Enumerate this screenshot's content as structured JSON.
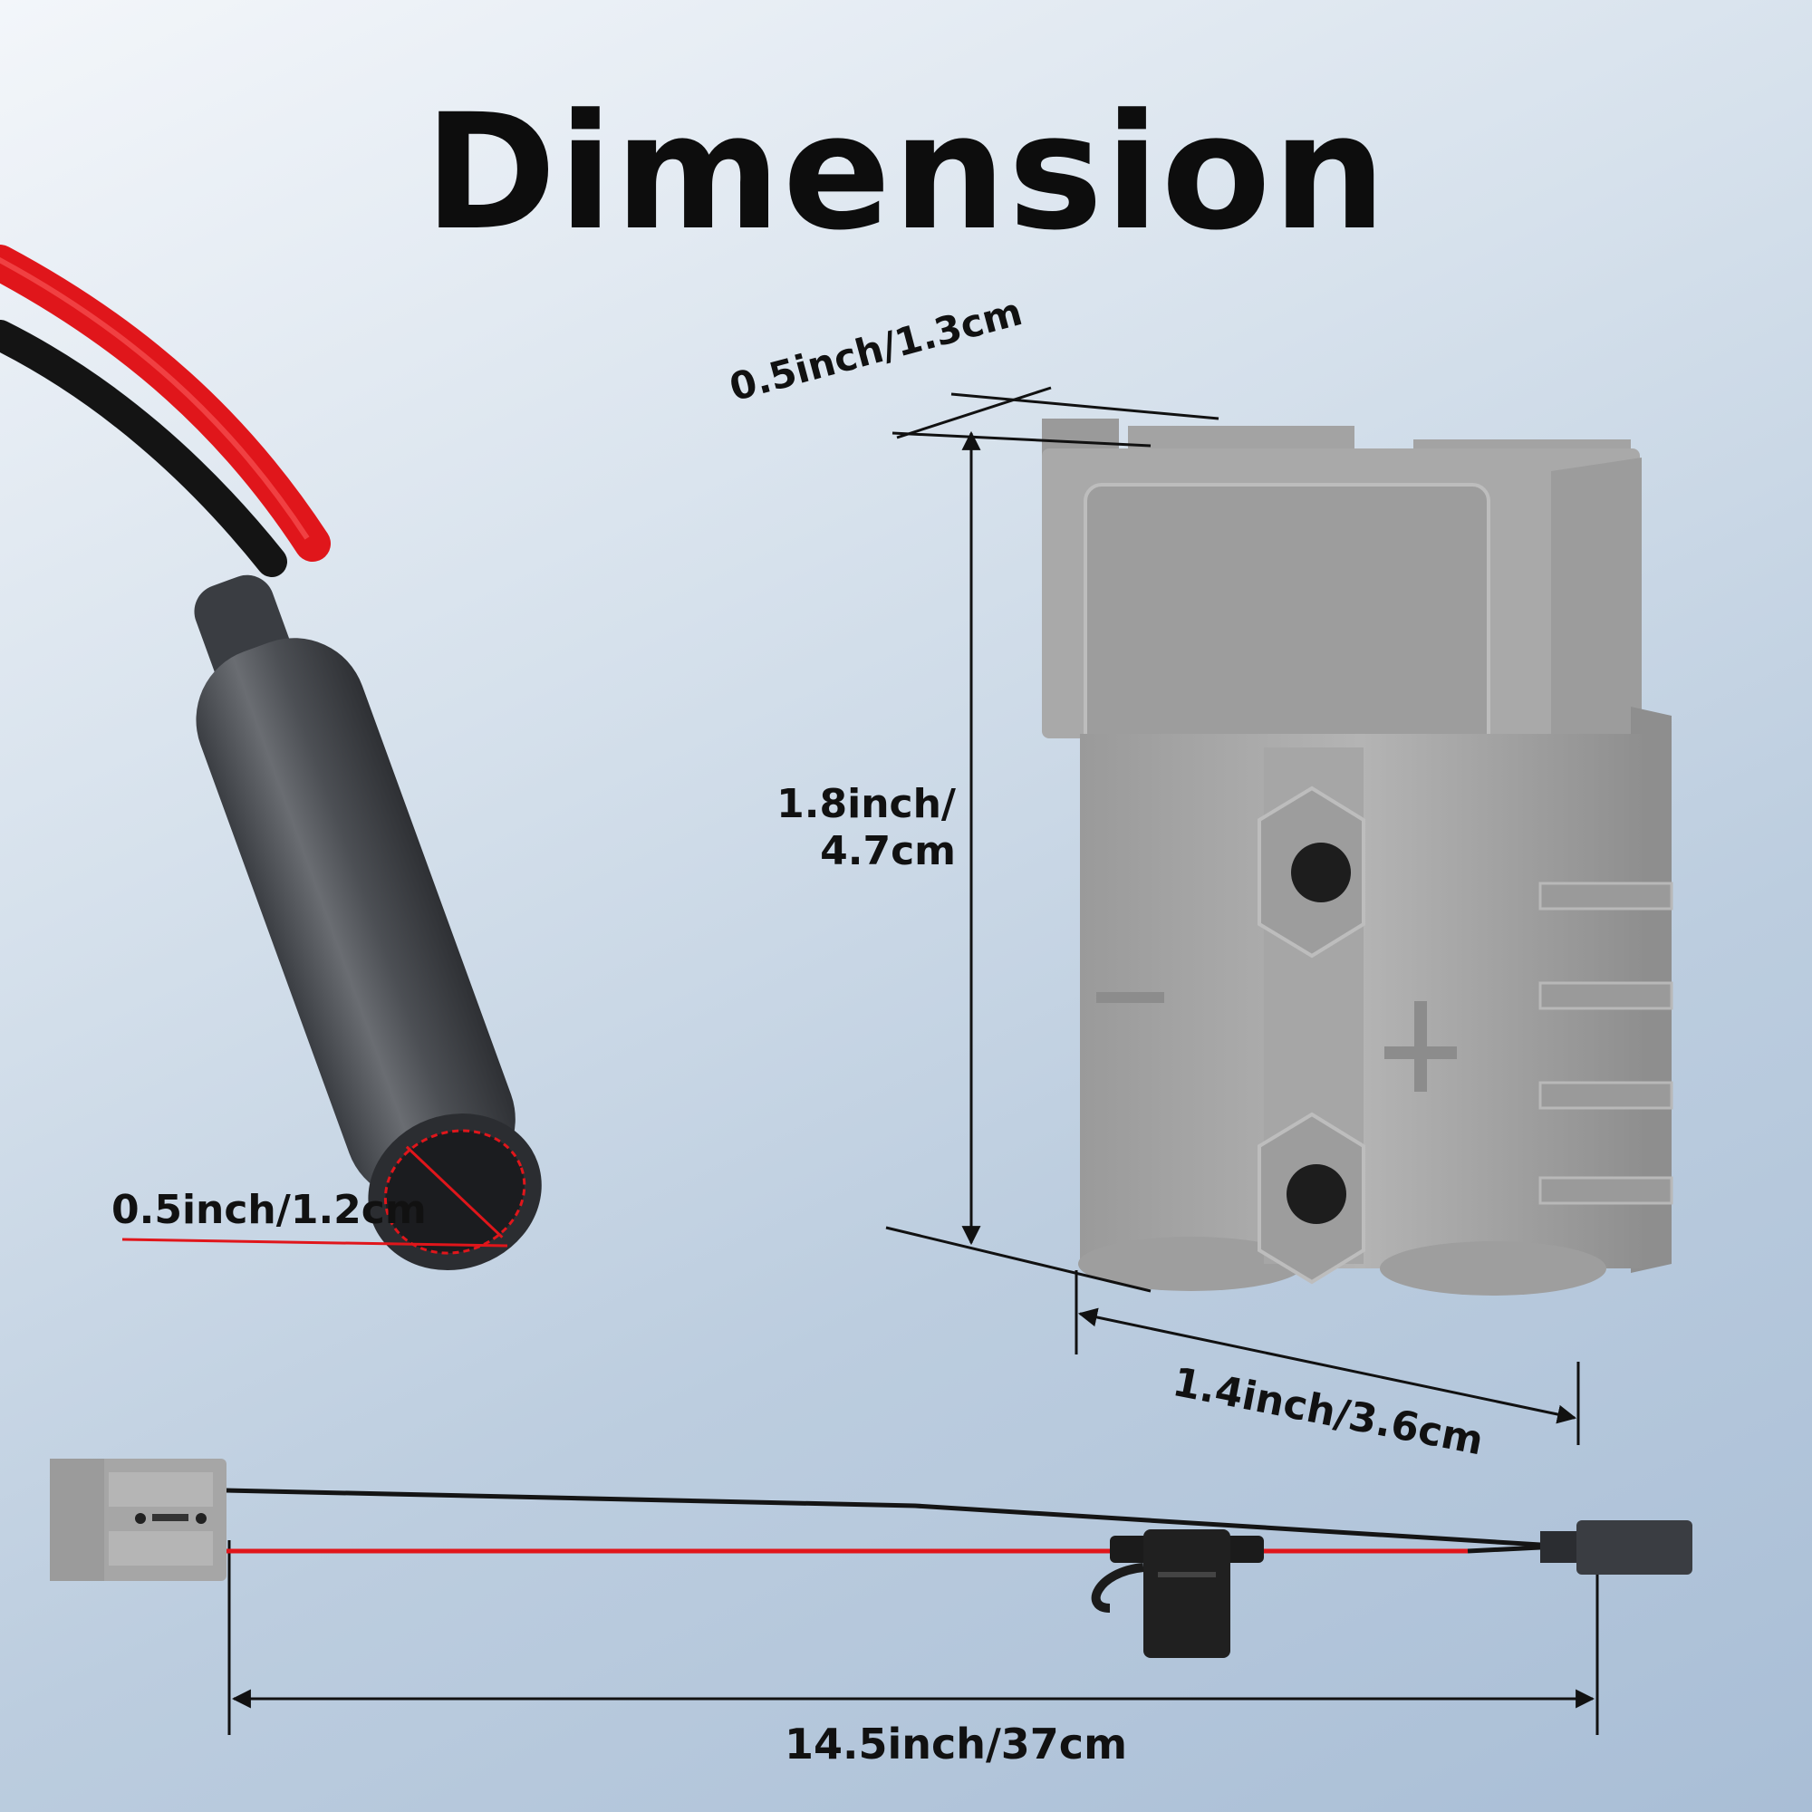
{
  "title": "Dimension",
  "dimensions": {
    "top_width": "0.5inch/1.3cm",
    "height_line1": "1.8inch/",
    "height_line2": "4.7cm",
    "inner_diameter": "0.5inch/1.2cm",
    "connector_width": "1.4inch/3.6cm",
    "cable_length": "14.5inch/37cm"
  },
  "colors": {
    "red_wire": "#e0161b",
    "black_wire": "#141414",
    "connector_gray": "#a9a9a9",
    "socket_body": "#4a4d52"
  }
}
